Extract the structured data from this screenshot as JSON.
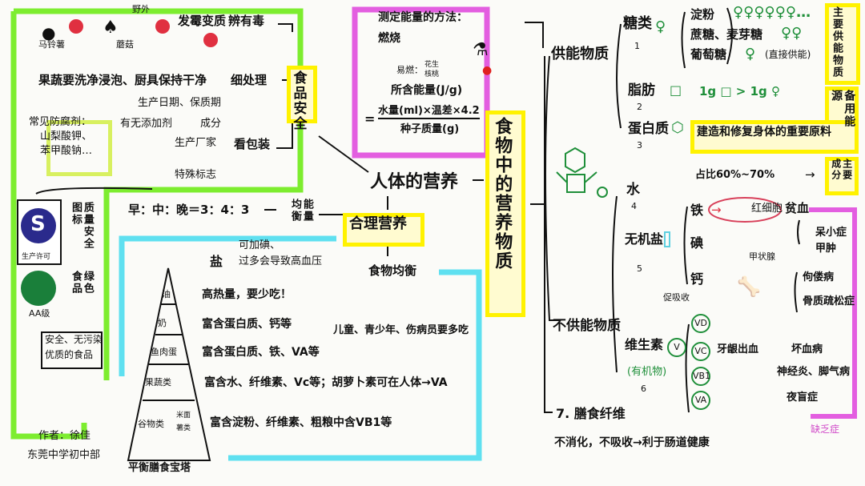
{
  "center": {
    "title": "人体的营养"
  },
  "food_safety": {
    "title": "食品安全",
    "identify_toxic": "辨有毒",
    "moldy": "发霉变质",
    "outdoor": "野外",
    "potato": "马铃薯",
    "mushroom": "蘑菇",
    "processing": "细处理",
    "processing_detail": "果蔬要洗净浸泡、厨具保持干净",
    "packaging": "看包装",
    "pkg_items": [
      "生产日期、保质期",
      "成分",
      "生产厂家",
      "特殊标志"
    ],
    "additive": "有无添加剂",
    "preservatives": [
      "常见防腐剂：",
      "山梨酸钾、",
      "苯甲酸钠…"
    ],
    "qs_label": "质量安全图标",
    "qs_logo_text": "生产许可",
    "green_food": "绿色食品",
    "aa": "AA级",
    "green_desc": [
      "安全、无污染",
      "优质的食品"
    ]
  },
  "energy_test": {
    "title": "测定能量的方法：",
    "method": "燃烧",
    "flammable": "易燃：",
    "seeds": [
      "花生",
      "核桃"
    ],
    "formula_lhs": "所含能量(J/g)",
    "numerator": "水量(ml)×温差×4.2",
    "denominator": "种子质量(g)"
  },
  "nutrients_title": "食物中的营养物质",
  "energy_substances": {
    "title": "供能物质",
    "sugar": "糖类",
    "sugar_no": "1",
    "starch": "淀粉",
    "sucrose": "蔗糖、麦芽糖",
    "glucose": "葡萄糖",
    "direct": "(直接供能)",
    "main_energy": "主要供能物质",
    "fat": "脂肪",
    "fat_no": "2",
    "compare": "1g □ > 1g ♀",
    "backup": "备用能源",
    "protein": "蛋白质",
    "protein_no": "3",
    "protein_role": "建造和修复身体的重要原料"
  },
  "non_energy": {
    "title": "不供能物质",
    "water": "水",
    "water_no": "4",
    "water_ratio": "占比60%~70%",
    "water_role": "主要成分",
    "mineral": "无机盐",
    "mineral_no": "5",
    "iron": "铁",
    "rbc": "红细胞",
    "anemia": "贫血",
    "iodine": "碘",
    "thyroid": "甲状腺",
    "iodine_diseases": [
      "呆小症",
      "甲肿"
    ],
    "calcium": "钙",
    "promote": "促吸收",
    "calcium_diseases": [
      "佝偻病",
      "骨质疏松症"
    ],
    "vitamin": "维生素",
    "organic": "(有机物)",
    "vitamin_no": "6",
    "vitamins": [
      "VD",
      "VC",
      "VB1",
      "VA"
    ],
    "vc_effect": "牙龈出血",
    "vc_disease": "坏血病",
    "vb_disease": "神经炎、脚气病",
    "va_disease": "夜盲症",
    "deficiency": "缺乏症",
    "fiber": "7. 膳食纤维",
    "fiber_desc": "不消化，不吸收→利于肠道健康"
  },
  "balanced": {
    "title": "合理营养",
    "energy_balance": "能量均衡",
    "ratio": "早：中：晚＝3：4：3",
    "food_balance": "食物均衡",
    "salt": "盐",
    "salt_notes": [
      "可加碘、",
      "过多会导致高血压"
    ],
    "pyramid_title": "平衡膳食宝塔",
    "levels": [
      {
        "name": "油",
        "note": "高热量，要少吃！"
      },
      {
        "name": "奶",
        "note": "富含蛋白质、钙等"
      },
      {
        "name": "鱼肉蛋",
        "note": "富含蛋白质、铁、VA等"
      },
      {
        "name": "果蔬类",
        "note": "富含水、纤维素、Vc等；胡萝卜素可在人体→VA"
      },
      {
        "name": "谷物类",
        "note": "富含淀粉、纤维素、粗粮中含VB1等"
      }
    ],
    "grain_sub": [
      "米面",
      "薯类"
    ],
    "kids_note": "儿童、青少年、伤病员要多吃"
  },
  "author": [
    "作者：徐佳",
    "东莞中学初中部"
  ],
  "colors": {
    "green": "#7ded2f",
    "magenta": "#e35ee0",
    "yellow": "#fff200",
    "cyan": "#5fe0f0",
    "red": "#e03040"
  }
}
